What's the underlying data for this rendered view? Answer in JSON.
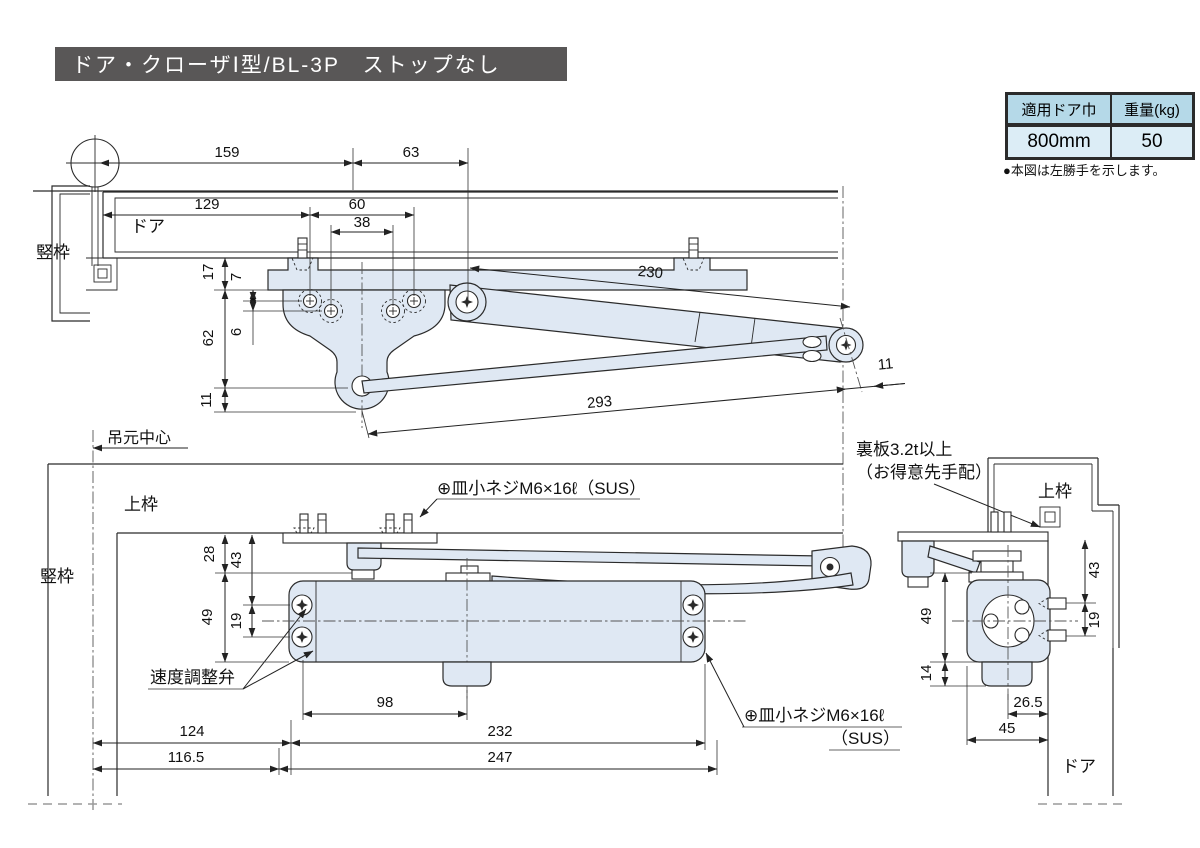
{
  "title": "ドア・クローザⅠ型/BL-3P　ストップなし",
  "spec_table": {
    "headers": [
      "適用ドア巾",
      "重量(kg)"
    ],
    "row": [
      "800mm",
      "50"
    ]
  },
  "note": "●本図は左勝手を示します。",
  "colors": {
    "title_bg": "#595757",
    "table_header_bg": "#b5d9e8",
    "table_row_bg": "#dcedf6",
    "part_fill": "#dfe8f3",
    "line": "#2b2b2b"
  },
  "top_view": {
    "labels": {
      "door": "ドア",
      "jamb": "竪枠"
    },
    "dims": {
      "d159": "159",
      "d63": "63",
      "d129": "129",
      "d60": "60",
      "d38": "38",
      "d230": "230",
      "d293": "293",
      "d11_end": "11",
      "d17": "17",
      "d7": "7",
      "d6": "6",
      "d62": "62",
      "d11": "11"
    }
  },
  "front_view": {
    "labels": {
      "hinge_center": "吊元中心",
      "top_frame": "上枠",
      "jamb": "竪枠",
      "speed_valve": "速度調整弁",
      "screw": "⊕皿小ネジM6×16ℓ（SUS）"
    },
    "dims": {
      "d28": "28",
      "d43": "43",
      "d49": "49",
      "d19": "19",
      "d98": "98",
      "d124": "124",
      "d232": "232",
      "d116_5": "116.5",
      "d247": "247"
    }
  },
  "side_view": {
    "labels": {
      "backplate_line1": "裏板3.2t以上",
      "backplate_line2": "（お得意先手配）",
      "top_frame": "上枠",
      "door": "ドア",
      "screw_line1": "⊕皿小ネジM6×16ℓ",
      "screw_line2": "（SUS）"
    },
    "dims": {
      "d43": "43",
      "d19": "19",
      "d49": "49",
      "d14": "14",
      "d26_5": "26.5",
      "d45": "45"
    }
  }
}
